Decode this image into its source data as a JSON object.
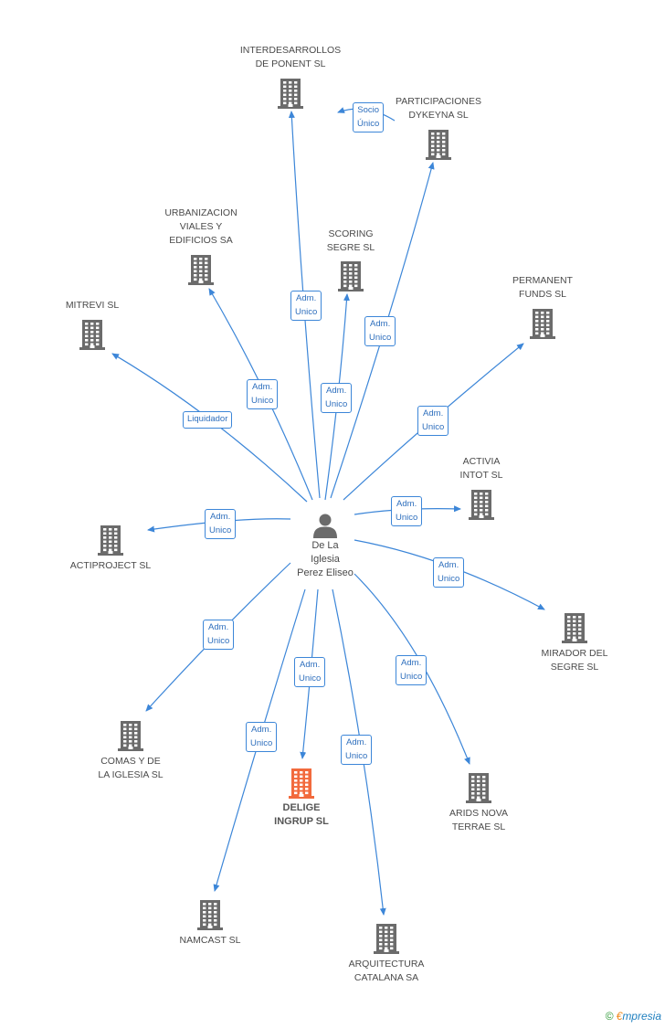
{
  "person": {
    "name": "De La\nIglesia\nPerez Eliseo",
    "icon": "person-icon"
  },
  "companies": [
    {
      "id": "interdesarrollos",
      "label": "INTERDESARROLLOS\nDE PONENT SL",
      "icon": "building-icon"
    },
    {
      "id": "participaciones",
      "label": "PARTICIPACIONES\nDYKEYNA SL",
      "icon": "building-icon"
    },
    {
      "id": "urbanizacion",
      "label": "URBANIZACION\nVIALES Y\nEDIFICIOS SA",
      "icon": "building-icon"
    },
    {
      "id": "scoring",
      "label": "SCORING\nSEGRE SL",
      "icon": "building-icon"
    },
    {
      "id": "permanent",
      "label": "PERMANENT\nFUNDS SL",
      "icon": "building-icon"
    },
    {
      "id": "mitrevi",
      "label": "MITREVI SL",
      "icon": "building-icon"
    },
    {
      "id": "activia",
      "label": "ACTIVIA\nINTOT SL",
      "icon": "building-icon"
    },
    {
      "id": "actiproject",
      "label": "ACTIPROJECT SL",
      "icon": "building-icon"
    },
    {
      "id": "mirador",
      "label": "MIRADOR DEL\nSEGRE SL",
      "icon": "building-icon"
    },
    {
      "id": "comas",
      "label": "COMAS Y DE\nLA IGLESIA SL",
      "icon": "building-icon"
    },
    {
      "id": "delige",
      "label": "DELIGE\nINGRUP SL",
      "icon": "building-icon",
      "focus": true
    },
    {
      "id": "arids",
      "label": "ARIDS NOVA\nTERRAE SL",
      "icon": "building-icon"
    },
    {
      "id": "namcast",
      "label": "NAMCAST SL",
      "icon": "building-icon"
    },
    {
      "id": "arquitectura",
      "label": "ARQUITECTURA\nCATALANA SA",
      "icon": "building-icon"
    }
  ],
  "relations": [
    {
      "from": "person",
      "to": "interdesarrollos",
      "label": "Adm.\nUnico"
    },
    {
      "from": "participaciones",
      "to": "interdesarrollos",
      "label": "Socio\nÚnico"
    },
    {
      "from": "person",
      "to": "participaciones",
      "label": "Adm.\nUnico"
    },
    {
      "from": "person",
      "to": "urbanizacion",
      "label": "Adm.\nUnico"
    },
    {
      "from": "person",
      "to": "scoring",
      "label": "Adm.\nUnico"
    },
    {
      "from": "person",
      "to": "permanent",
      "label": "Adm.\nUnico"
    },
    {
      "from": "person",
      "to": "mitrevi",
      "label": "Liquidador"
    },
    {
      "from": "person",
      "to": "activia",
      "label": "Adm.\nUnico"
    },
    {
      "from": "person",
      "to": "actiproject",
      "label": "Adm.\nUnico"
    },
    {
      "from": "person",
      "to": "mirador",
      "label": "Adm.\nUnico"
    },
    {
      "from": "person",
      "to": "comas",
      "label": "Adm.\nUnico"
    },
    {
      "from": "person",
      "to": "delige",
      "label": "Adm.\nUnico"
    },
    {
      "from": "person",
      "to": "arids",
      "label": "Adm.\nUnico"
    },
    {
      "from": "person",
      "to": "namcast",
      "label": "Adm.\nUnico"
    },
    {
      "from": "person",
      "to": "arquitectura",
      "label": "Adm.\nUnico"
    }
  ],
  "colors": {
    "edge": "#3c86d8",
    "building": "#6b6b6b",
    "focus_building": "#f26a3d",
    "person": "#6b6b6b"
  },
  "footer": {
    "copyright": "©",
    "brand_initial": "€",
    "brand_rest": "mpresia"
  }
}
